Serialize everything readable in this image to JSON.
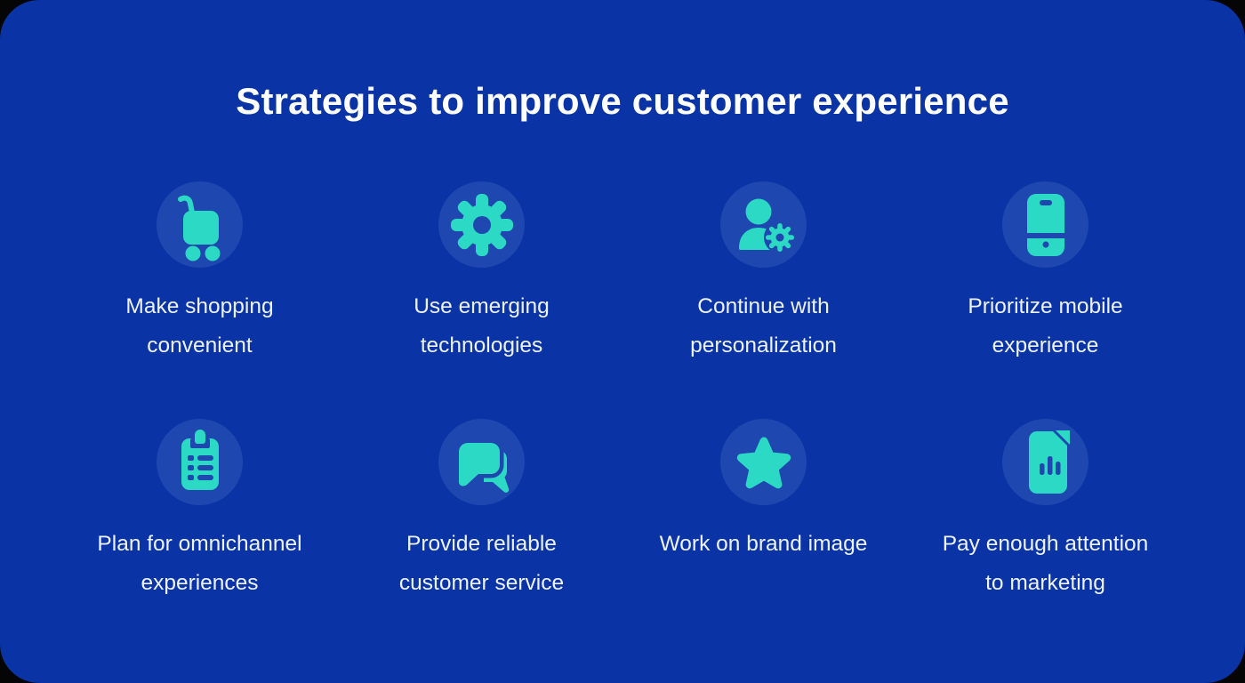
{
  "colors": {
    "canvas_bg": "#050505",
    "panel_bg": "#0A34A6",
    "icon_circle_bg": "#1E47AF",
    "icon_fill": "#2BD9C4",
    "title_text": "#FFFFFF",
    "label_text": "#EDF2FB"
  },
  "title": "Strategies to improve customer experience",
  "items": [
    {
      "icon": "shopping-cart-icon",
      "line1": "Make shopping",
      "line2": "convenient"
    },
    {
      "icon": "gear-icon",
      "line1": "Use emerging",
      "line2": "technologies"
    },
    {
      "icon": "user-gear-icon",
      "line1": "Continue with",
      "line2": "personalization"
    },
    {
      "icon": "mobile-phone-icon",
      "line1": "Prioritize mobile",
      "line2": "experience"
    },
    {
      "icon": "clipboard-list-icon",
      "line1": "Plan for omnichannel",
      "line2": "experiences"
    },
    {
      "icon": "chat-bubbles-icon",
      "line1": "Provide reliable",
      "line2": "customer service"
    },
    {
      "icon": "star-icon",
      "line1": "Work on brand image",
      "line2": ""
    },
    {
      "icon": "document-chart-icon",
      "line1": "Pay enough attention",
      "line2": "to marketing"
    }
  ]
}
